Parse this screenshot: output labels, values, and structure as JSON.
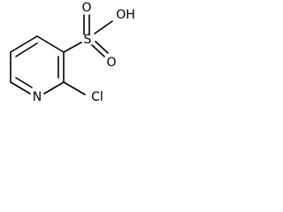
{
  "molecule": {
    "atoms": {
      "ring_nitrogen": "N",
      "chlorine": "Cl",
      "sulfur": "S",
      "oxygen_top": "O",
      "oxygen_bottom": "O",
      "hydroxyl": "OH"
    }
  },
  "colors": {
    "bond": "#000000",
    "label": "#000000",
    "background": "#ffffff"
  }
}
